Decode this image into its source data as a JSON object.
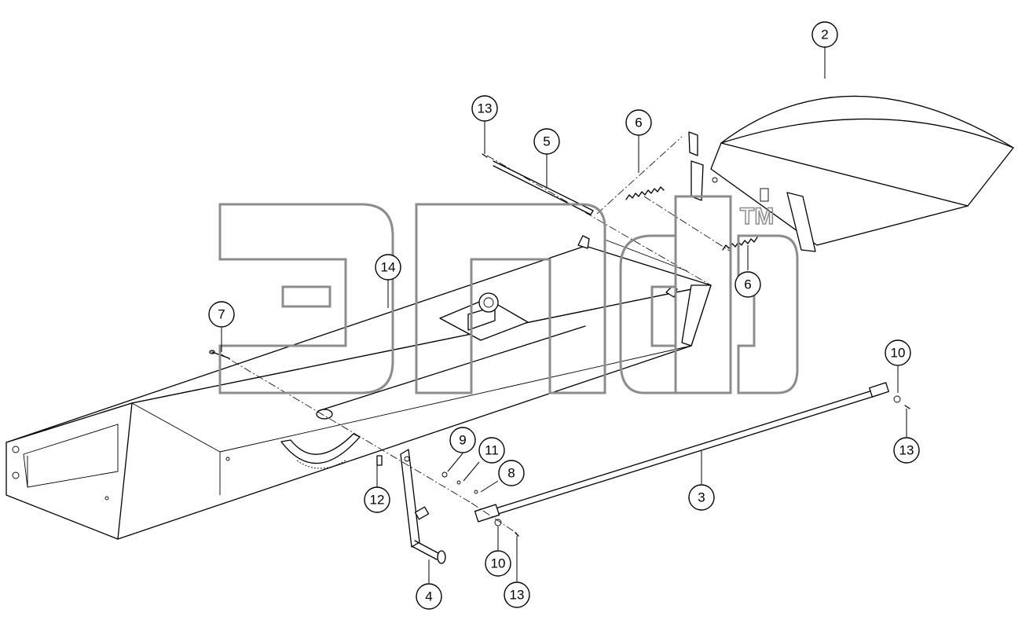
{
  "diagram": {
    "balloons": [
      {
        "id": "balloon-2",
        "label": "2"
      },
      {
        "id": "balloon-13-top",
        "label": "13"
      },
      {
        "id": "balloon-5",
        "label": "5"
      },
      {
        "id": "balloon-6-top",
        "label": "6"
      },
      {
        "id": "balloon-6-right",
        "label": "6"
      },
      {
        "id": "balloon-14",
        "label": "14"
      },
      {
        "id": "balloon-7",
        "label": "7"
      },
      {
        "id": "balloon-10-right",
        "label": "10"
      },
      {
        "id": "balloon-13-right",
        "label": "13"
      },
      {
        "id": "balloon-9",
        "label": "9"
      },
      {
        "id": "balloon-11",
        "label": "11"
      },
      {
        "id": "balloon-8",
        "label": "8"
      },
      {
        "id": "balloon-3",
        "label": "3"
      },
      {
        "id": "balloon-12",
        "label": "12"
      },
      {
        "id": "balloon-10-bottom",
        "label": "10"
      },
      {
        "id": "balloon-4",
        "label": "4"
      },
      {
        "id": "balloon-13-bottom",
        "label": "13"
      }
    ],
    "watermark": {
      "tm": "TM"
    }
  }
}
